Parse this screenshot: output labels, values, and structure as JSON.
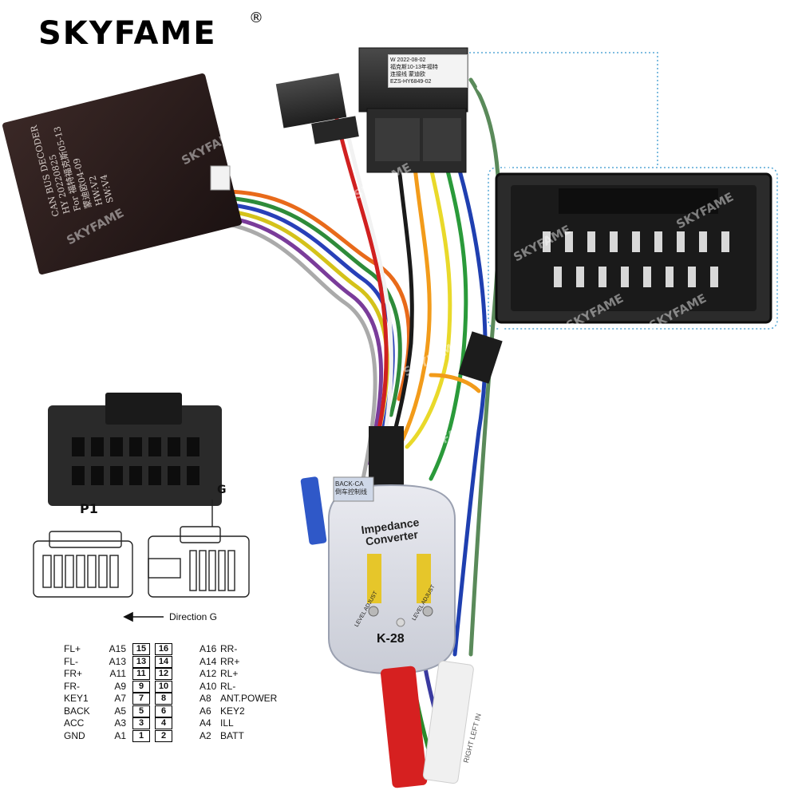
{
  "brand": {
    "name": "SKYFAME",
    "reg": "®"
  },
  "decoder": {
    "line1": "CAN BUS DECODER",
    "line2": "HY 20220825",
    "line3": "For 福特福克斯05-13",
    "line4": "蒙迪欧04-09",
    "line5": "HW:V2",
    "line6": "SW:V4"
  },
  "top_connector": {
    "line1": "W 2022-08-02",
    "line2": "福克斯10-13年福特",
    "line3": "连接线 蒙迪欧",
    "line4": "EZS-HY6849-02"
  },
  "converter": {
    "title1": "Impedance",
    "title2": "Converter",
    "model": "K-28",
    "adj1": "LEVEL ADJUST",
    "adj2": "LEVEL ADJUST",
    "tag1": "BACK-CA",
    "tag2": "倒车控制线",
    "rca": "RIGHT LEFT IN"
  },
  "watermark": "SKYFAME",
  "labels": {
    "p1": "P1",
    "g": "G",
    "direction": "Direction G"
  },
  "pins": [
    {
      "left_name": "FL+",
      "left_code": "A15",
      "l": "15",
      "r": "16",
      "right_code": "A16",
      "right_name": "RR-"
    },
    {
      "left_name": "FL-",
      "left_code": "A13",
      "l": "13",
      "r": "14",
      "right_code": "A14",
      "right_name": "RR+"
    },
    {
      "left_name": "FR+",
      "left_code": "A11",
      "l": "11",
      "r": "12",
      "right_code": "A12",
      "right_name": "RL+"
    },
    {
      "left_name": "FR-",
      "left_code": "A9",
      "l": "9",
      "r": "10",
      "right_code": "A10",
      "right_name": "RL-"
    },
    {
      "left_name": "KEY1",
      "left_code": "A7",
      "l": "7",
      "r": "8",
      "right_code": "A8",
      "right_name": "ANT.POWER"
    },
    {
      "left_name": "BACK",
      "left_code": "A5",
      "l": "5",
      "r": "6",
      "right_code": "A6",
      "right_name": "KEY2"
    },
    {
      "left_name": "ACC",
      "left_code": "A3",
      "l": "3",
      "r": "4",
      "right_code": "A4",
      "right_name": "ILL"
    },
    {
      "left_name": "GND",
      "left_code": "A1",
      "l": "1",
      "r": "2",
      "right_code": "A2",
      "right_name": "BATT"
    }
  ]
}
